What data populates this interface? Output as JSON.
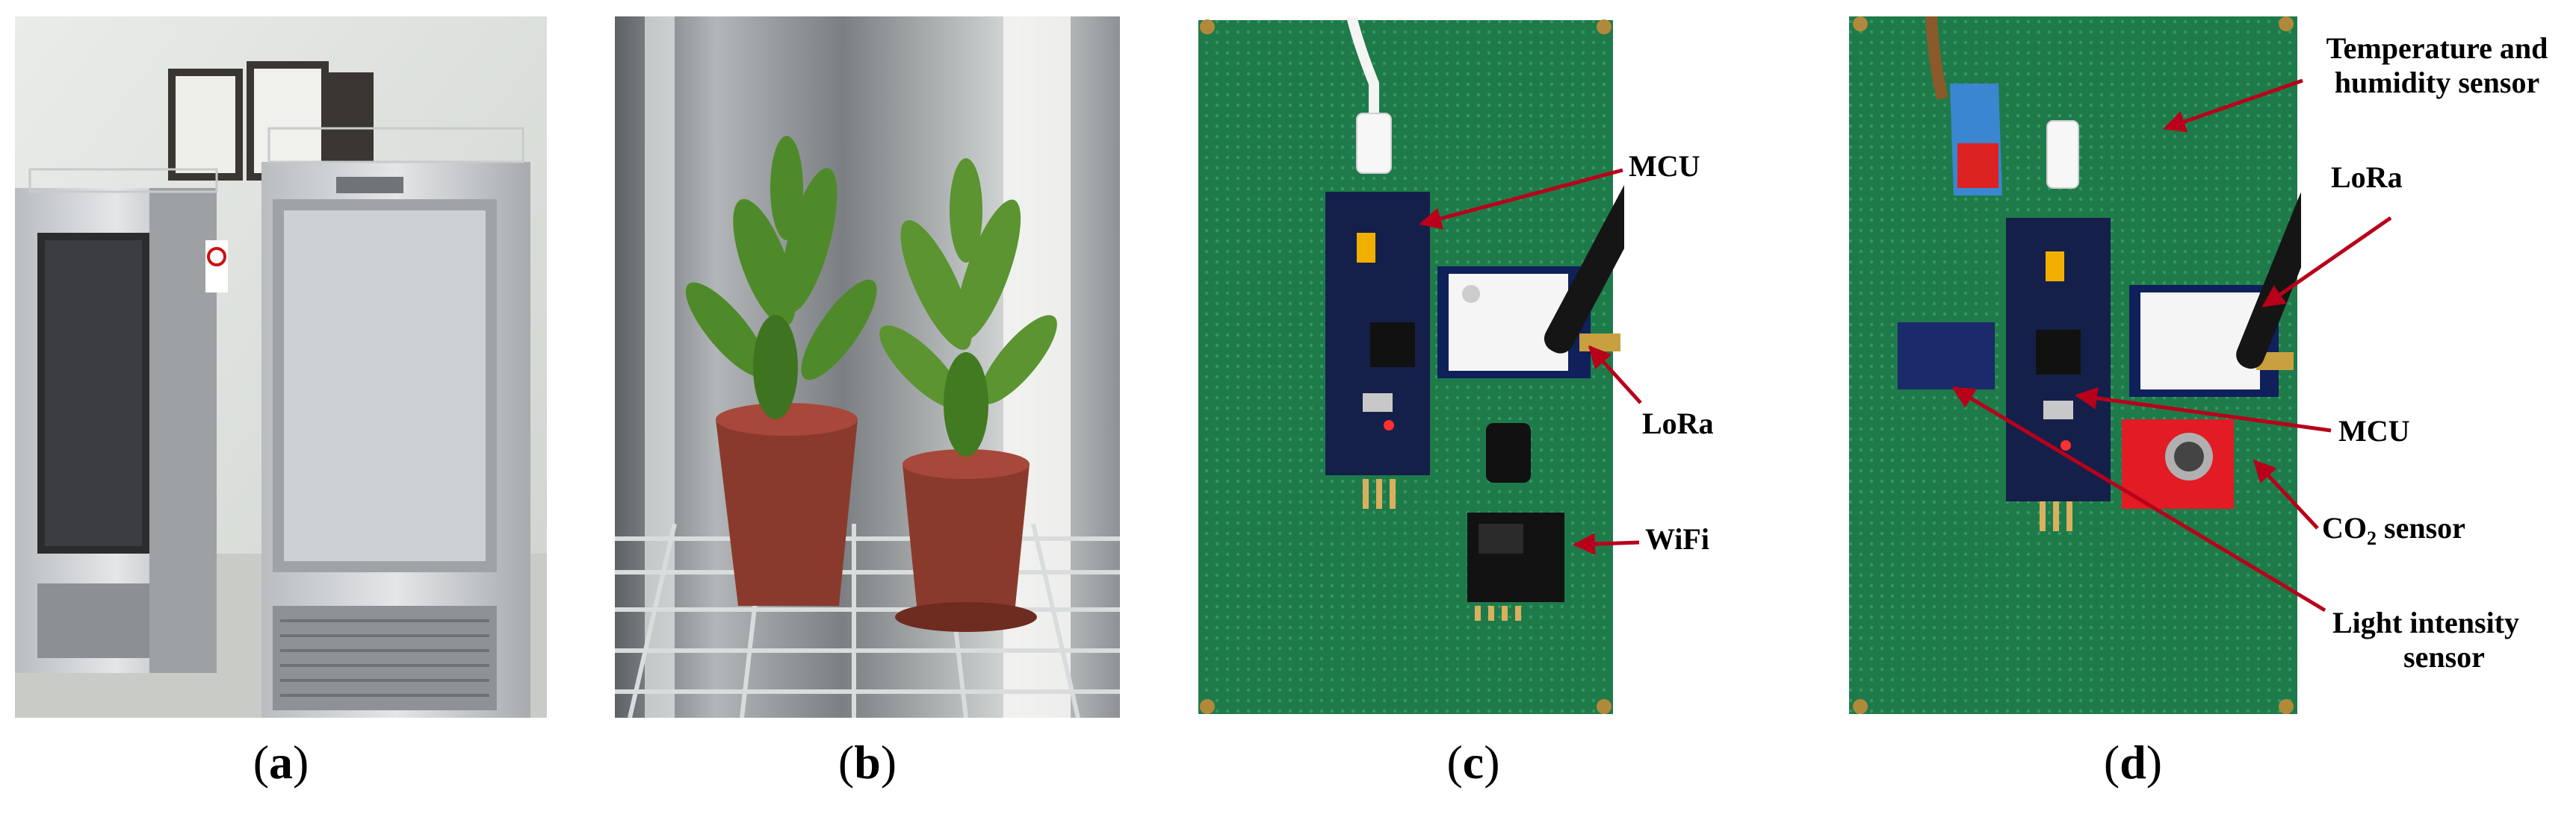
{
  "panels": [
    {
      "id": "a",
      "caption_open": "(",
      "caption_letter": "a",
      "caption_close": ")"
    },
    {
      "id": "b",
      "caption_open": "(",
      "caption_letter": "b",
      "caption_close": ")"
    },
    {
      "id": "c",
      "caption_open": "(",
      "caption_letter": "c",
      "caption_close": ")"
    },
    {
      "id": "d",
      "caption_open": "(",
      "caption_letter": "d",
      "caption_close": ")"
    }
  ],
  "labels_c": {
    "mcu": "MCU",
    "lora": "LoRa",
    "wifi": "WiFi"
  },
  "labels_d": {
    "temp_line1": "Temperature and",
    "temp_line2": "humidity sensor",
    "lora": "LoRa",
    "mcu": "MCU",
    "co2_prefix": "CO",
    "co2_sub": "2",
    "co2_suffix": " sensor",
    "light_line1": "Light intensity",
    "light_line2": "sensor"
  },
  "colors": {
    "pcb": "#1f7a4a",
    "arrow": "#b8001a"
  }
}
